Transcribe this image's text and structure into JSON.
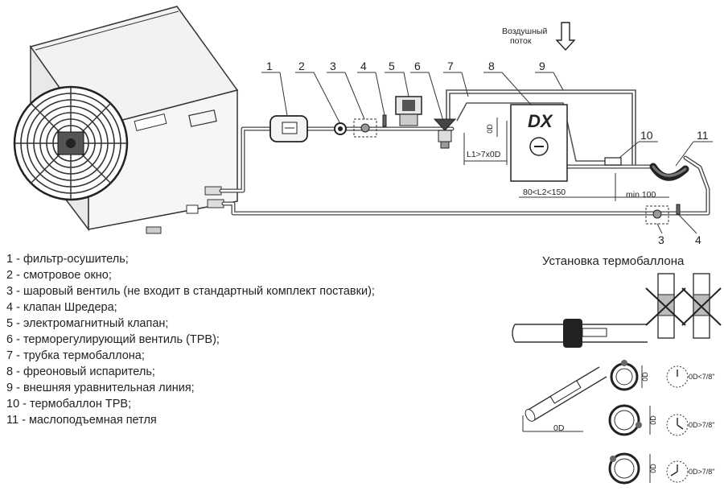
{
  "airflow": {
    "line1": "Воздушный",
    "line2": "поток"
  },
  "callouts": [
    "1",
    "2",
    "3",
    "4",
    "5",
    "6",
    "7",
    "8",
    "9",
    "10",
    "11"
  ],
  "callouts_lower": {
    "valve": "3",
    "schrader": "4"
  },
  "evaporator_label": "DX",
  "dimensions": {
    "od": "0D",
    "l1": "L1>7x0D",
    "l2": "80<L2<150",
    "min": "min 100"
  },
  "legend": [
    "1 - фильтр-осушитель;",
    "2 - смотровое окно;",
    "3 - шаровый вентиль (не входит в стандартный комплект поставки);",
    "4 - клапан Шредера;",
    "5 - электромагнитный клапан;",
    "6 - терморегулирующий вентиль (ТРВ);",
    "7 - трубка термобаллона;",
    "8 - фреоновый испаритель;",
    "9 - внешняя уравнительная линия;",
    "10 - термобаллон ТРВ;",
    "11 - маслоподъемная петля"
  ],
  "bulb_installation": {
    "title": "Установка термобаллона",
    "od": "0D",
    "cond_small": "0D<7/8\"",
    "cond_big_1": "0D>7/8\"",
    "cond_big_2": "0D>7/8\""
  }
}
